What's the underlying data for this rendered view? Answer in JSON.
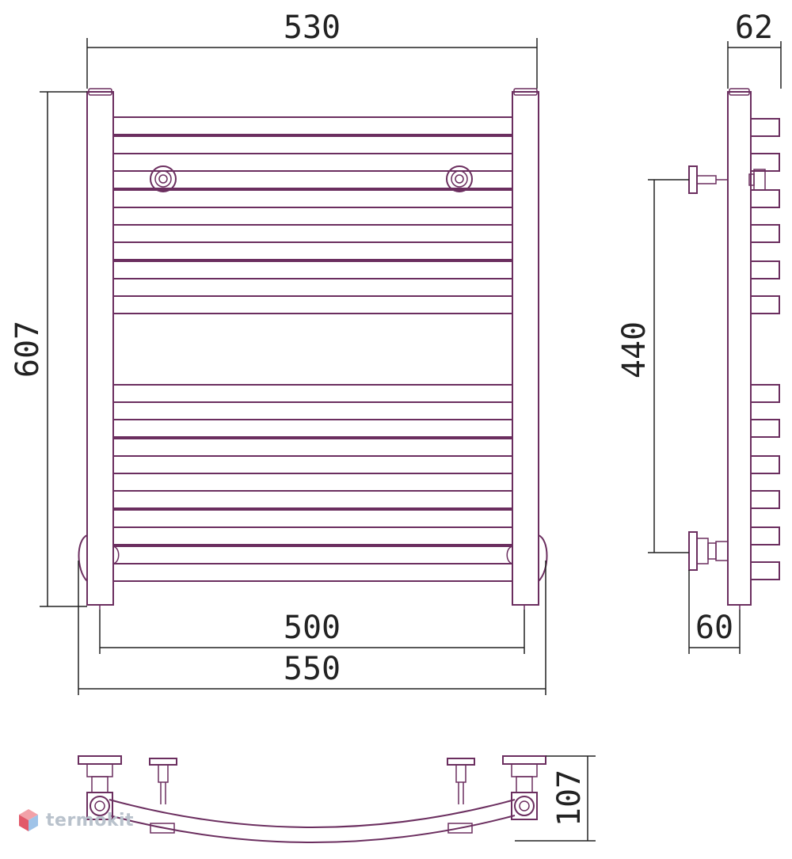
{
  "dimensions": {
    "width_outer_top": "530",
    "height_total": "607",
    "axis_spacing": "500",
    "width_outer_bottom": "550",
    "side_depth": "62",
    "side_height": "440",
    "side_offset": "60",
    "top_depth": "107"
  },
  "brand": {
    "watermark": "termokit"
  },
  "colors": {
    "line": "#6b2e5f",
    "dimension": "#222222",
    "watermark": "#b9c2cc"
  }
}
